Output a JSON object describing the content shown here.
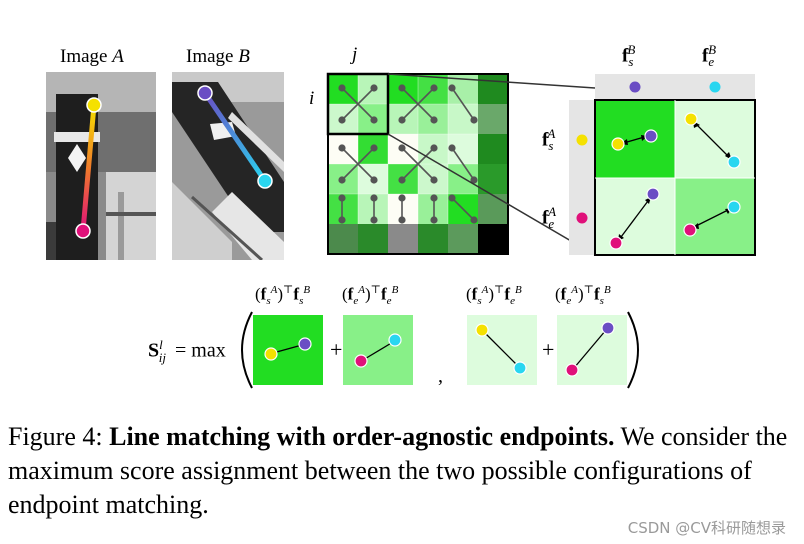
{
  "figure": {
    "image_a_label": "Image A",
    "image_b_label": "Image B",
    "j_label": "j",
    "i_label": "i",
    "fsB_label": "f_s^B",
    "feB_label": "f_e^B",
    "fsA_label": "f_s^A",
    "feA_label": "f_e^A",
    "eq_lhs": "S_ij^l = max",
    "term1_label": "(f_s^A)^T f_s^B",
    "term2_label": "(f_e^A)^T f_e^B",
    "term3_label": "(f_s^A)^T f_e^B",
    "term4_label": "(f_e^A)^T f_s^B",
    "colors": {
      "start_point": "#f5e100",
      "end_point": "#e0107a",
      "b_start_point": "#6a4dc4",
      "b_end_point": "#29d6f0",
      "strong_green": "#22dd22",
      "mid_green": "#88f088",
      "light_green": "#ddfcdd"
    }
  },
  "caption": {
    "prefix": "Figure 4: ",
    "title": "Line matching with order-agnostic endpoints.",
    "body": "We consider the maximum score assignment between the two possible configurations of endpoint matching."
  },
  "watermark": "CSDN @CV科研随想录"
}
